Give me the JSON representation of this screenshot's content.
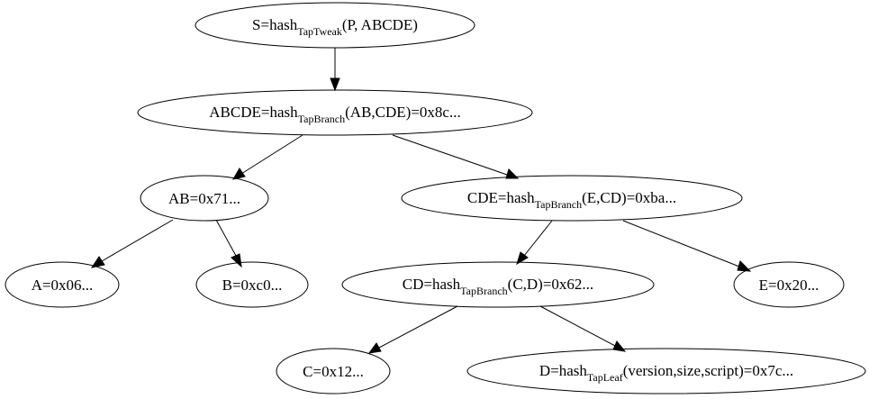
{
  "tree": {
    "S": {
      "main": "S=hash",
      "sub": "TapTweak",
      "rest": "(P, ABCDE)"
    },
    "ABCDE": {
      "main": "ABCDE=hash",
      "sub": "TapBranch",
      "rest": "(AB,CDE)=0x8c..."
    },
    "AB": {
      "main": "AB=0x71..."
    },
    "CDE": {
      "main": "CDE=hash",
      "sub": "TapBranch",
      "rest": "(E,CD)=0xba..."
    },
    "A": {
      "main": "A=0x06..."
    },
    "B": {
      "main": "B=0xc0..."
    },
    "CD": {
      "main": "CD=hash",
      "sub": "TapBranch",
      "rest": "(C,D)=0x62..."
    },
    "E": {
      "main": "E=0x20..."
    },
    "C": {
      "main": "C=0x12..."
    },
    "D": {
      "main": "D=hash",
      "sub": "TapLeaf",
      "rest": "(version,size,script)=0x7c..."
    }
  },
  "colors": {
    "stroke": "#000000",
    "background": "#ffffff"
  }
}
